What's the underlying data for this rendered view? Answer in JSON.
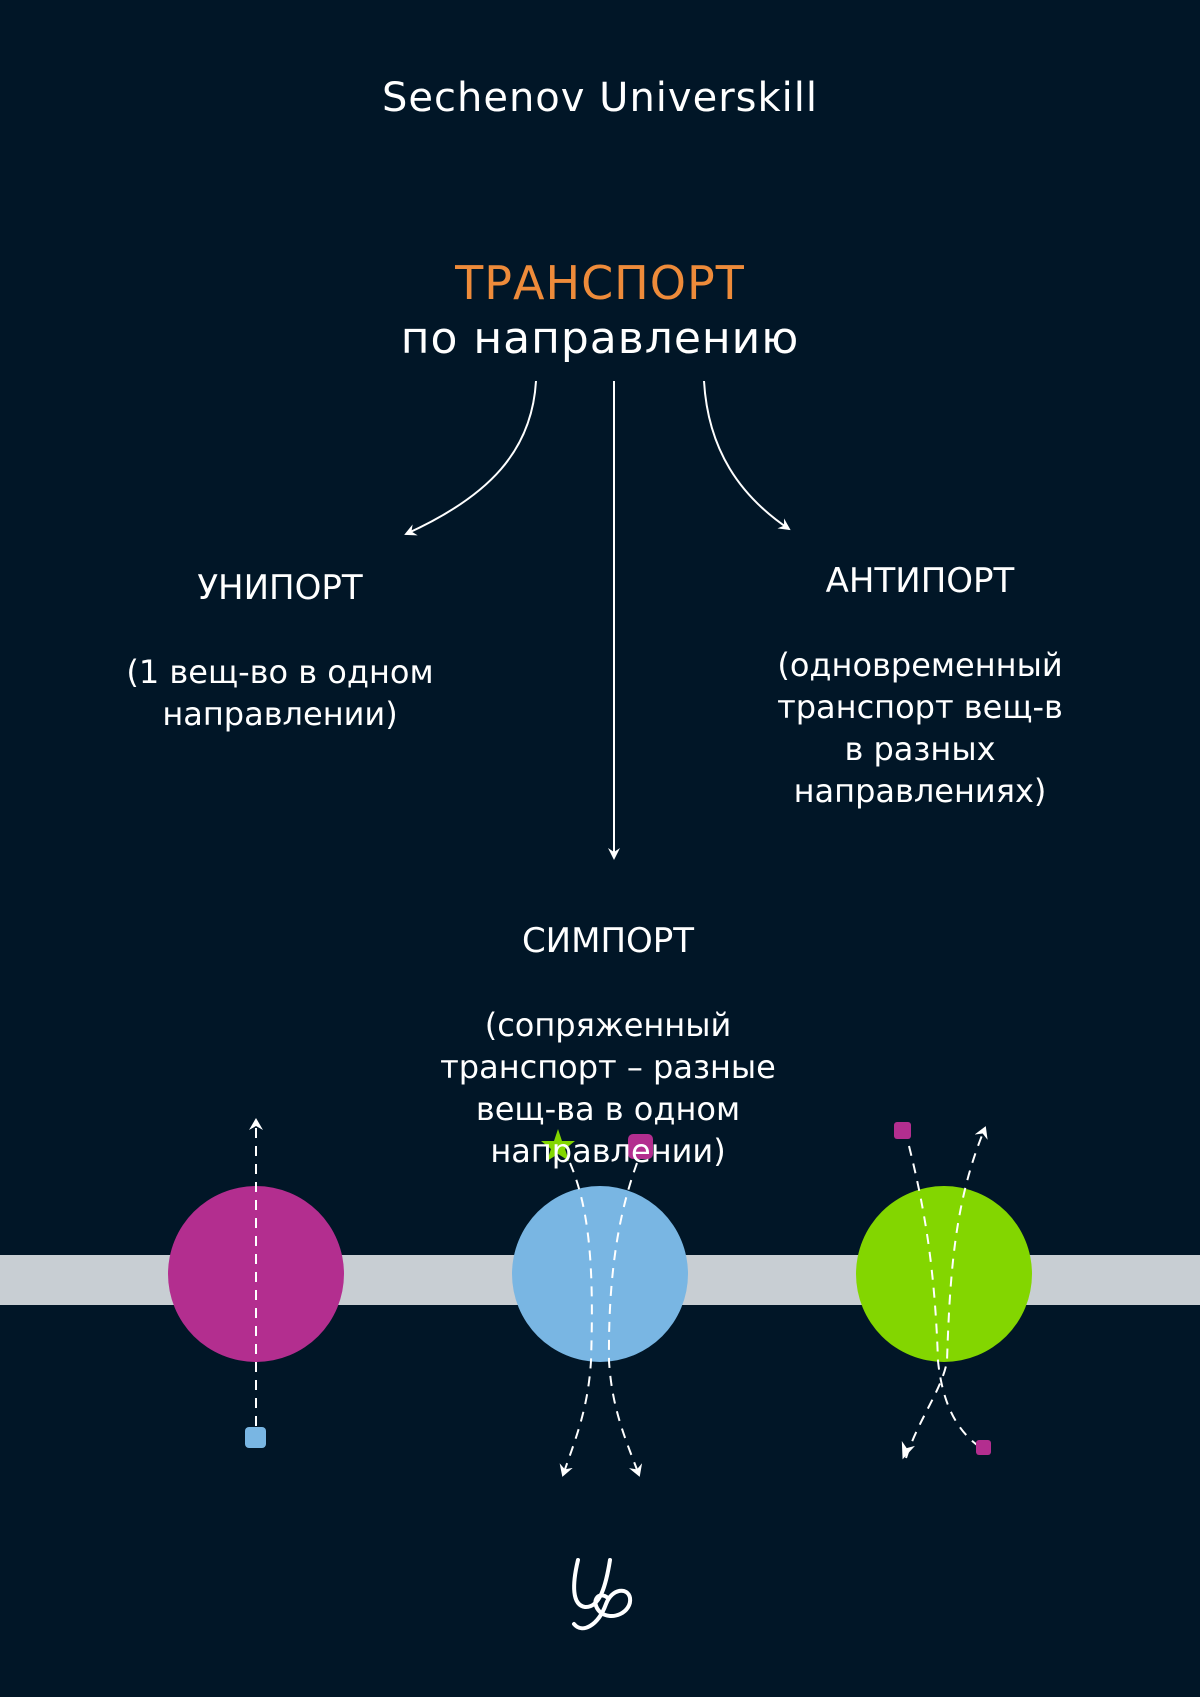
{
  "brand": "Sechenov Universkill",
  "heading": "ТРАНСПОРТ",
  "subheading": "по направлению",
  "branches": {
    "uniport": {
      "title": "УНИПОРТ",
      "description": "(1 вещ-во в одном\nнаправлении)"
    },
    "antiport": {
      "title": "АНТИПОРТ",
      "description": "(одновременный\nтранспорт вещ-в\nв разных\nнаправлениях)"
    },
    "symport": {
      "title": "СИМПОРТ",
      "description": "(сопряженный\nтранспорт – разные\nвещ-ва в одном\nнаправлении)"
    }
  },
  "colors": {
    "background": "#011627",
    "heading": "#ee8b3a",
    "membrane": "#c8ced3",
    "uniport_protein": "#b32e8f",
    "symport_protein": "#79b6e3",
    "antiport_protein": "#83d600",
    "star": "#83d600",
    "square_magenta": "#b32e8f",
    "square_blue": "#79b6e3"
  },
  "logo": "Us"
}
